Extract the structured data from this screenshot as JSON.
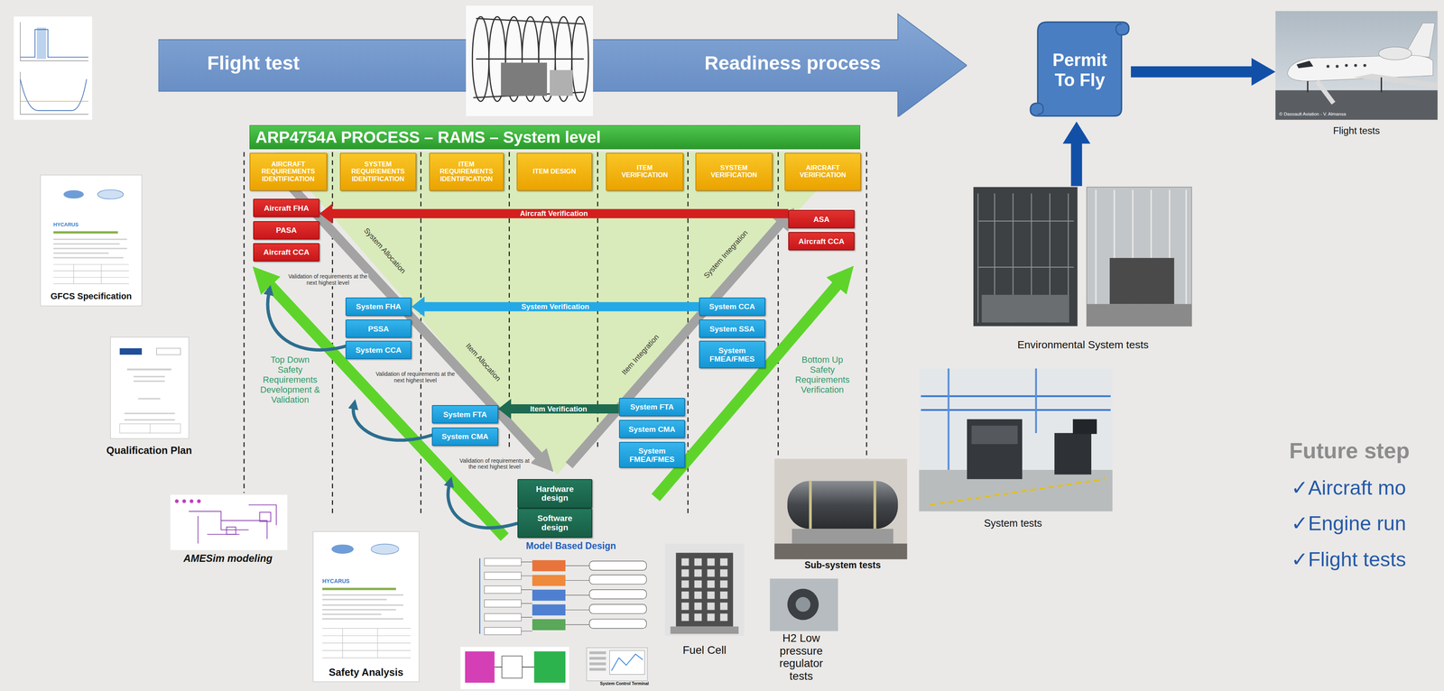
{
  "diagram": {
    "nodes": [
      {
        "text": [
          "Flight test",
          "Readiness process"
        ]
      },
      {
        "text": [
          "Permit To Fly"
        ]
      },
      {
        "text": [
          "Flight tests"
        ]
      },
      {
        "text": [
          "ARP4754A PROCESS – RAMS – System level"
        ]
      },
      {
        "text": [
          "AIRCRAFT REQUIREMENTS IDENTIFICATION"
        ],
        "in": 3
      },
      {
        "text": [
          "SYSTEM REQUIREMENTS IDENTIFICATION"
        ],
        "in": 3
      },
      {
        "text": [
          "ITEM REQUIREMENTS IDENTIFICATION"
        ],
        "in": 3
      },
      {
        "text": [
          "ITEM DESIGN"
        ],
        "in": 3
      },
      {
        "text": [
          "ITEM VERIFICATION"
        ],
        "in": 3
      },
      {
        "text": [
          "SYSTEM VERIFICATION"
        ],
        "in": 3
      },
      {
        "text": [
          "AIRCRAFT VERIFICATION"
        ],
        "in": 3
      },
      {
        "text": [
          "Aircraft FHA"
        ],
        "in": 3
      },
      {
        "text": [
          "PASA"
        ],
        "in": 3
      },
      {
        "text": [
          "Aircraft CCA"
        ],
        "in": 3
      },
      {
        "text": [
          "ASA"
        ],
        "in": 3
      },
      {
        "text": [
          "Aircraft CCA"
        ],
        "in": 3
      },
      {
        "text": [
          "System FHA"
        ],
        "in": 3
      },
      {
        "text": [
          "PSSA"
        ],
        "in": 3
      },
      {
        "text": [
          "System CCA"
        ],
        "in": 3
      },
      {
        "text": [
          "System CCA"
        ],
        "in": 3
      },
      {
        "text": [
          "System SSA"
        ],
        "in": 3
      },
      {
        "text": [
          "System FMEA/FMES"
        ],
        "in": 3
      },
      {
        "text": [
          "System FTA"
        ],
        "in": 3
      },
      {
        "text": [
          "System CMA"
        ],
        "in": 3
      },
      {
        "text": [
          "System FTA"
        ],
        "in": 3
      },
      {
        "text": [
          "System CMA"
        ],
        "in": 3
      },
      {
        "text": [
          "System FMEA/FMES"
        ],
        "in": 3
      },
      {
        "text": [
          "Hardware design"
        ],
        "in": 3
      },
      {
        "text": [
          "Software design"
        ],
        "in": 3
      },
      {
        "text": [
          "Environmental System tests"
        ]
      }
    ],
    "edges": [
      {
        "from": 14,
        "to": 11,
        "arrow": "to",
        "label": "Aircraft Verification"
      },
      {
        "from": 19,
        "to": 16,
        "arrow": "to",
        "label": "System Verification"
      },
      {
        "from": 24,
        "to": 22,
        "arrow": "to",
        "label": "Item Verification"
      },
      {
        "from": 29,
        "to": 1,
        "arrow": "to"
      },
      {
        "from": 1,
        "to": 2,
        "arrow": "to"
      }
    ],
    "labels": [
      "System Allocation",
      "Item Allocation",
      "Item Integration",
      "System Integration",
      "Top Down Safety Requirements Development & Validation",
      "Bottom Up Safety Requirements Verification",
      "Validation of requirements at the next highest level",
      "Validation of requirements at the next highest level",
      "Validation of requirements at the next highest level",
      "GFCS Specification",
      "Qualification Plan",
      "AMESim modeling",
      "Safety Analysis",
      "Model Based Design",
      "Fuel Cell",
      "H2 Low pressure regulator tests",
      "Sub-system tests",
      "System tests",
      "System Control Terminal",
      "© Dassault Aviation - V. Almansa",
      "HYCARUS",
      "HYCARUS",
      "Future step",
      "✓Aircraft mo",
      "✓Engine run",
      "✓Flight tests"
    ]
  }
}
